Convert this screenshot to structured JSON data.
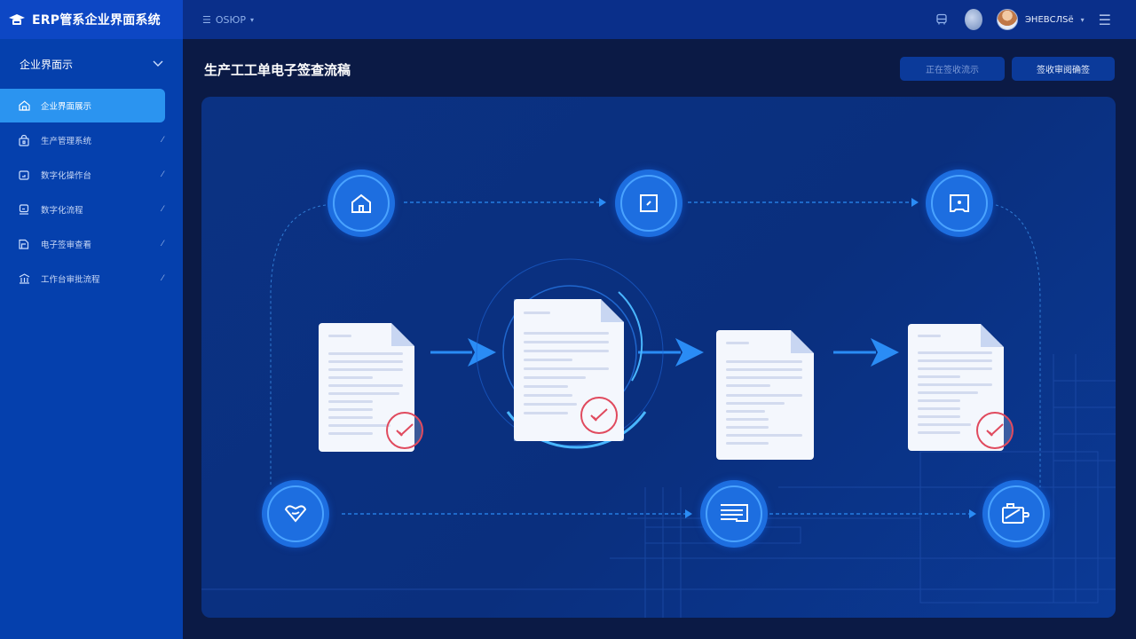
{
  "topbar": {
    "brand_title": "ERP管系企业界面系统",
    "menu_label": "ОSЮP",
    "user_name": "ЭНЕВСЛSё",
    "icons": {
      "brand": "hat-icon",
      "menu": "hamburger-icon",
      "notification": "bus-icon",
      "language": "globe-icon",
      "avatar": "avatar",
      "more": "hamburger-icon"
    }
  },
  "sidebar": {
    "header_label": "企业界面示",
    "items": [
      {
        "label": "企业界面展示",
        "icon": "home-icon",
        "active": true
      },
      {
        "label": "生产管理系统",
        "icon": "lock-icon",
        "active": false
      },
      {
        "label": "数字化操作台",
        "icon": "screen-icon",
        "active": false
      },
      {
        "label": "数字化流程",
        "icon": "monitor-icon",
        "active": false
      },
      {
        "label": "电子签审查看",
        "icon": "files-icon",
        "active": false
      },
      {
        "label": "工作台审批流程",
        "icon": "bank-icon",
        "active": false
      }
    ]
  },
  "main": {
    "page_title": "生产工工单电子签查流稿",
    "buttons": [
      {
        "label": "正在签收流示",
        "style": "muted"
      },
      {
        "label": "签收审阅确签",
        "style": "primary"
      }
    ]
  },
  "flow": {
    "top_nodes": [
      {
        "icon": "home-icon"
      },
      {
        "icon": "edit-square-icon"
      },
      {
        "icon": "archive-icon"
      }
    ],
    "documents": [
      {
        "signed": true,
        "highlighted": false
      },
      {
        "signed": true,
        "highlighted": true
      },
      {
        "signed": false,
        "highlighted": false
      },
      {
        "signed": true,
        "highlighted": false
      }
    ],
    "bottom_nodes": [
      {
        "icon": "heart-check-icon"
      },
      {
        "icon": "list-icon"
      },
      {
        "icon": "briefcase-sign-icon"
      }
    ]
  },
  "colors": {
    "topbar": "#0a2f8a",
    "brand_bg": "#0d47c4",
    "sidebar": "#0540ad",
    "active_item": "#2b94f0",
    "main_bg": "#0b1a45",
    "canvas": "#0b3283",
    "node": "#1d6ee0",
    "node_ring": "#4aa3ff",
    "arrow": "#2a8cf5",
    "stamp": "#e04a5e"
  }
}
